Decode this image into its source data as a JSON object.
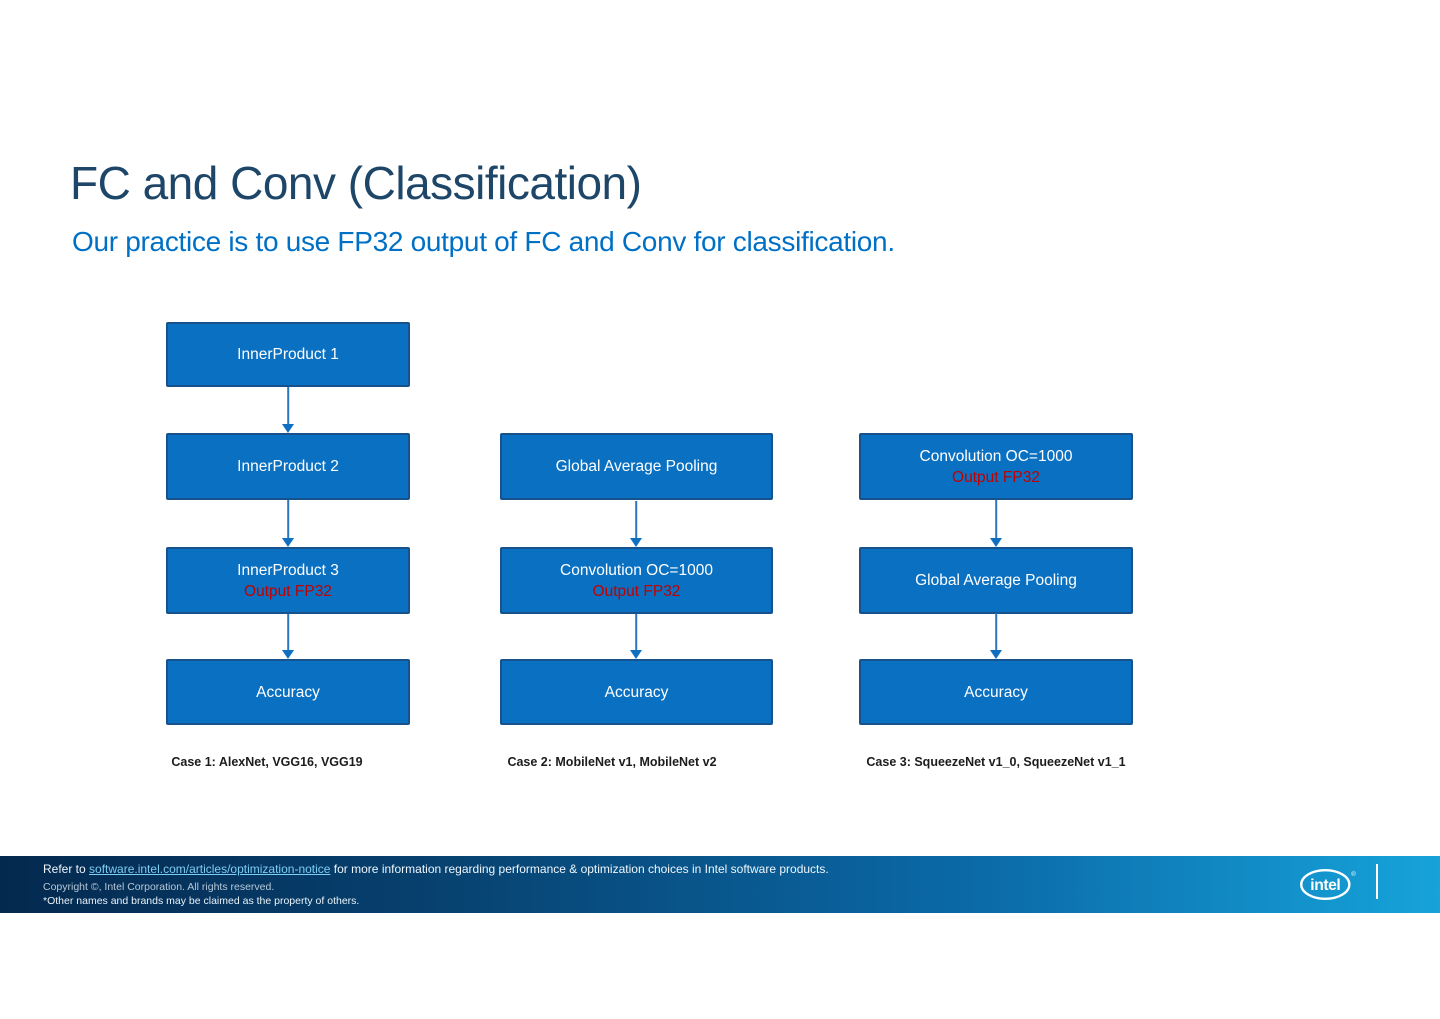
{
  "header": {
    "title": "FC and Conv (Classification)",
    "subtitle": "Our practice is to use FP32 output of FC and Conv for classification."
  },
  "colors": {
    "box_fill": "#0A70C2",
    "box_border": "#17528C",
    "box_text": "#FFFFFF",
    "highlight_red": "#C00000",
    "title_blue": "#1E4668",
    "subtitle_blue": "#0070C5",
    "arrow_blue": "#2B76BE",
    "footer_gradient_left": "#04294F",
    "footer_gradient_right": "#16A3DA",
    "link_blue": "#7ECDF2"
  },
  "diagram": {
    "columns": [
      {
        "caption": "Case 1: AlexNet, VGG16, VGG19",
        "boxes": [
          {
            "line1": "InnerProduct 1"
          },
          {
            "line1": "InnerProduct 2"
          },
          {
            "line1": "InnerProduct 3",
            "line2": "Output FP32"
          },
          {
            "line1": "Accuracy"
          }
        ]
      },
      {
        "caption": "Case 2: MobileNet v1, MobileNet v2",
        "boxes": [
          {
            "line1": "Global Average Pooling"
          },
          {
            "line1": "Convolution OC=1000",
            "line2": "Output FP32"
          },
          {
            "line1": "Accuracy"
          }
        ]
      },
      {
        "caption": "Case 3: SqueezeNet v1_0, SqueezeNet v1_1",
        "boxes": [
          {
            "line1": "Convolution OC=1000",
            "line2": "Output FP32"
          },
          {
            "line1": "Global Average Pooling"
          },
          {
            "line1": "Accuracy"
          }
        ]
      }
    ]
  },
  "footer": {
    "refer_prefix": "Refer to ",
    "link_text": "software.intel.com/articles/optimization-notice",
    "refer_suffix": " for more information regarding performance & optimization choices in Intel software products.",
    "copyright_line": "Copyright ©, Intel Corporation. All rights reserved.",
    "other_line": "*Other names and brands may be claimed as the property of others.",
    "logo_text": "intel",
    "logo_reg_mark": "®"
  }
}
